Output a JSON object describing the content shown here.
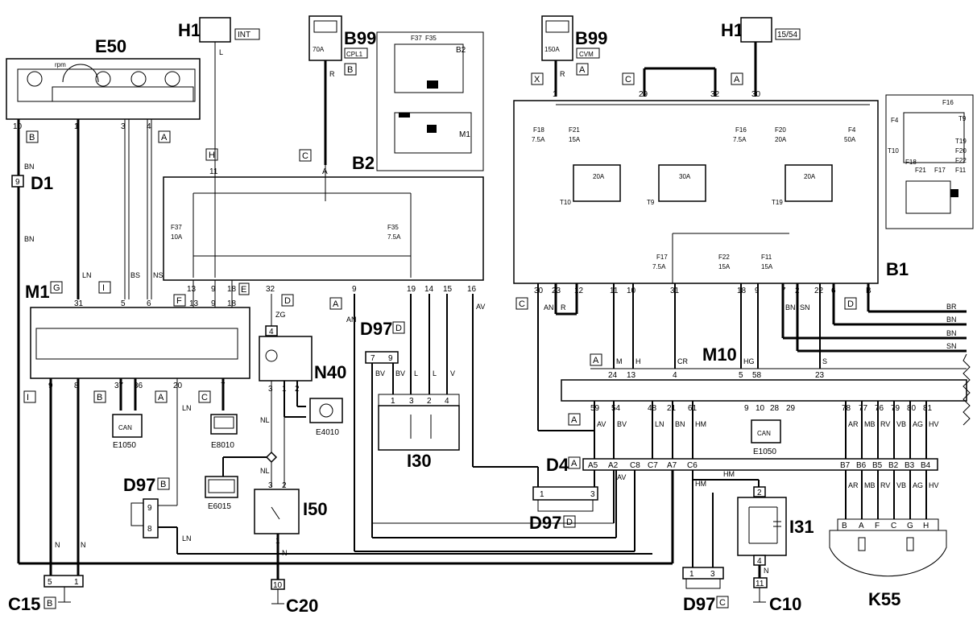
{
  "components": {
    "E50": "E50",
    "H1_left": "H1",
    "H1_right": "H1",
    "B99_left": "B99",
    "B99_right": "B99",
    "B2": "B2",
    "B1": "B1",
    "M1": "M1",
    "M10": "M10",
    "N40": "N40",
    "I30": "I30",
    "I50": "I50",
    "I31": "I31",
    "D1": "D1",
    "D4": "D4",
    "K55": "K55",
    "C15": "C15",
    "C20": "C20",
    "C10": "C10",
    "E1050_left": "E1050",
    "E1050_right": "E1050",
    "E8010": "E8010",
    "E4010": "E4010",
    "E6015": "E6015",
    "D97_top": "D97",
    "D97_left": "D97",
    "D97_mid": "D97",
    "D97_bottom": "D97"
  },
  "tags": {
    "int": "INT",
    "cpl1": "CPL1",
    "b": "B",
    "cvm": "CVM",
    "a": "A",
    "x": "X",
    "c": "C",
    "t1554": "15/54",
    "h": "H",
    "d": "D",
    "e": "E",
    "f": "F",
    "g": "G",
    "i": "I"
  },
  "fuses": {
    "f37": "F37",
    "f37v": "10A",
    "f35": "F35",
    "f35v": "7.5A",
    "f18": "F18",
    "f18v": "7.5A",
    "f21": "F21",
    "f21v": "15A",
    "f16": "F16",
    "f16v": "7.5A",
    "f20": "F20",
    "f20v": "20A",
    "f4": "F4",
    "f4v": "50A",
    "f17": "F17",
    "f17v": "7.5A",
    "f22": "F22",
    "f22v": "15A",
    "f11": "F11",
    "f11v": "15A",
    "b99l": "70A",
    "b99r": "150A"
  },
  "relays": {
    "t10": "T10",
    "t9": "T9",
    "t19": "T19",
    "r20a": "20A",
    "r30a": "30A"
  },
  "wires": {
    "L": "L",
    "R": "R",
    "BN": "BN",
    "LN": "LN",
    "BS": "BS",
    "NS": "NS",
    "ZG": "ZG",
    "AN": "AN",
    "AV": "AV",
    "NL": "NL",
    "N": "N",
    "BV": "BV",
    "V": "V",
    "M": "M",
    "H": "H",
    "CR": "CR",
    "HG": "HG",
    "S": "S",
    "BR": "BR",
    "SN": "SN",
    "HM": "HM",
    "AR": "AR",
    "MB": "MB",
    "RV": "RV",
    "VB": "VB",
    "AG": "AG",
    "HV": "HV"
  },
  "misc": {
    "rpm": "rpm",
    "can": "CAN"
  }
}
